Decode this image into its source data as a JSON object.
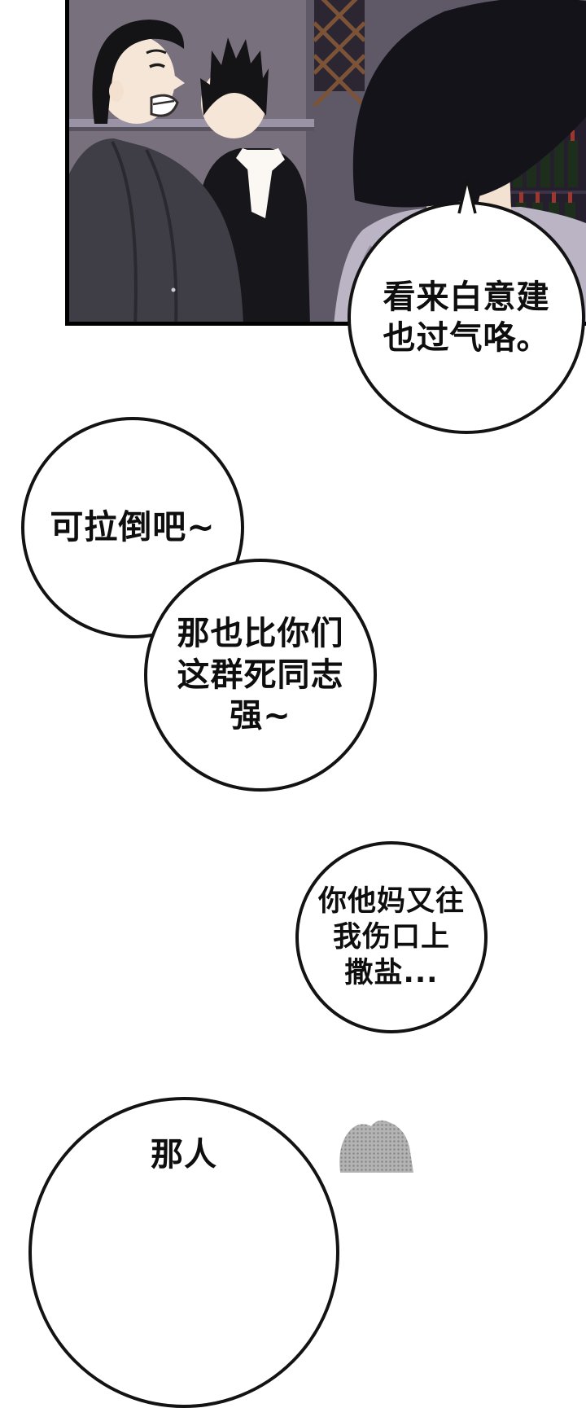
{
  "colors": {
    "panel_bg_left": "#79707e",
    "panel_bg_right": "#5f5866",
    "panel_border": "#000000",
    "man_jacket": "#3f3e46",
    "kid_jacket": "#17161a",
    "back_figure_shirt": "#bab4c4",
    "skin": "#f6e6d7",
    "hair": "#15131a",
    "bubble_fill": "#ffffff",
    "bubble_border": "#131313",
    "halftone_gray": "#b3b3b3"
  },
  "comic": {
    "bubbles": {
      "b1": {
        "text": "看来白意建\n也过气咯。"
      },
      "b2": {
        "text": "可拉倒吧~"
      },
      "b3": {
        "text": "那也比你们\n这群死同志\n强~"
      },
      "b4": {
        "text": "你他妈又往\n我伤口上\n撒盐..."
      },
      "b5": {
        "text": "那人"
      }
    }
  }
}
